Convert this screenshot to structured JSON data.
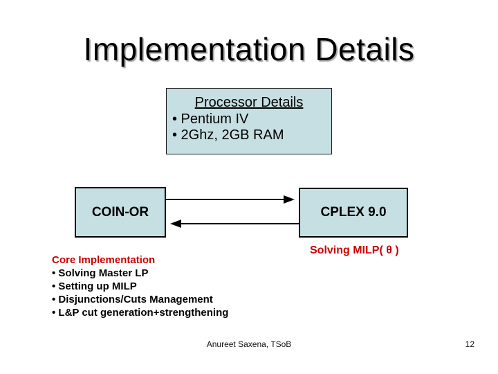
{
  "slide": {
    "title": "Implementation Details",
    "processor_box": {
      "heading": "Processor Details",
      "bullets": [
        "• Pentium IV",
        "• 2Ghz, 2GB RAM"
      ]
    },
    "coin_box_label": "COIN-OR",
    "cplex_box_label": "CPLEX 9.0",
    "solving_caption": "Solving MILP( θ )",
    "core": {
      "heading": "Core Implementation",
      "bullets": [
        "• Solving Master LP",
        "• Setting up MILP",
        "• Disjunctions/Cuts Management",
        "• L&P cut generation+strengthening"
      ]
    },
    "footer": {
      "author": "Anureet Saxena, TSoB",
      "page_number": "12"
    }
  },
  "colors": {
    "box_fill": "#C6DFE2",
    "box_border": "#000000",
    "accent_red": "#CC0000",
    "title_color": "#000000",
    "background": "#FFFFFF"
  }
}
